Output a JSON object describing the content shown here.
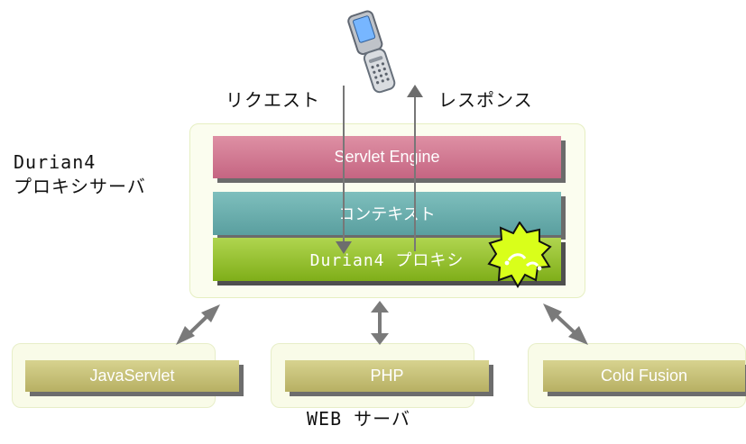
{
  "phone": {
    "icon": "mobile-phone-icon"
  },
  "labels": {
    "request": "リクエスト",
    "response": "レスポンス",
    "proxy_server_line1": "Durian4",
    "proxy_server_line2": "プロキシサーバ",
    "web_server": "WEB サーバ"
  },
  "layers": {
    "servlet_engine": "Servlet Engine",
    "context": "コンテキスト",
    "durian_proxy": "Durian4  プロキシ"
  },
  "servers": {
    "java": "JavaServlet",
    "php": "PHP",
    "cold_fusion": "Cold Fusion"
  },
  "colors": {
    "servlet_engine": "#d77891",
    "context": "#6fb1b0",
    "durian_proxy": "#9ac632",
    "server_box": "#c7c277",
    "arrow": "#7a7a7a",
    "durian_icon": "#d7ff1c"
  }
}
